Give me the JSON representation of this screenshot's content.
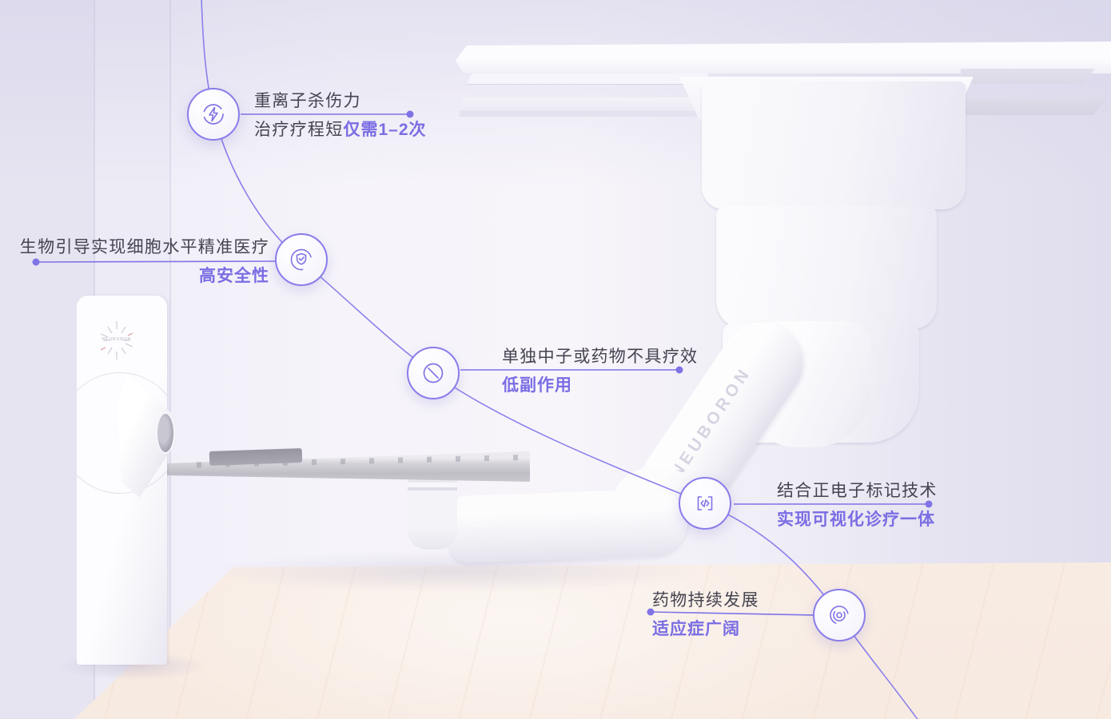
{
  "brand": {
    "name": "NEUBORON"
  },
  "colors": {
    "accent": "#7a6de4",
    "line": "#8b80ec",
    "dark_text": "#454350",
    "circle_border": "#897dea"
  },
  "machine": {
    "arm_label": "NEUBORON",
    "panel_logo_label": "NEUBORON"
  },
  "callouts": [
    {
      "icon": "lightning-icon",
      "title": "重离子杀伤力",
      "subtitle_prefix": "治疗疗程短",
      "subtitle_highlight": "仅需1–2次"
    },
    {
      "icon": "shield-check-icon",
      "title": "生物引导实现细胞水平精准医疗",
      "subtitle_prefix": "",
      "subtitle_highlight": "高安全性"
    },
    {
      "icon": "prohibit-icon",
      "title": "单独中子或药物不具疗效",
      "subtitle_prefix": "",
      "subtitle_highlight": "低副作用"
    },
    {
      "icon": "code-tag-icon",
      "title": "结合正电子标记技术",
      "subtitle_prefix": "",
      "subtitle_highlight": "实现可视化诊疗一体"
    },
    {
      "icon": "spiral-icon",
      "title": "药物持续发展",
      "subtitle_prefix": "",
      "subtitle_highlight": "适应症广阔"
    }
  ]
}
